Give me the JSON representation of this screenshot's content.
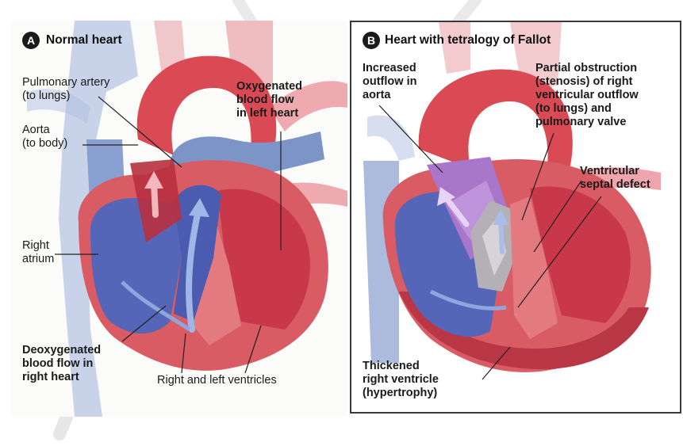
{
  "panel_a": {
    "badge": "A",
    "title": "Normal heart",
    "labels": {
      "pulmonary_artery": "Pulmonary artery\n(to lungs)",
      "aorta": "Aorta\n(to body)",
      "right_atrium": "Right\natrium",
      "oxygenated": "Oxygenated\nblood flow\nin left heart",
      "deoxygenated": "Deoxygenated\nblood flow in\nright heart",
      "ventricles": "Right and left ventricles"
    }
  },
  "panel_b": {
    "badge": "B",
    "title": "Heart with tetralogy of Fallot",
    "labels": {
      "increased_outflow": "Increased\noutflow in\naorta",
      "partial_obstruction": "Partial obstruction\n(stenosis) of right\nventricular outflow\n(to lungs) and\npulmonary valve",
      "vsd": "Ventricular\nseptal defect",
      "thickened": "Thickened\nright ventricle\n(hypertrophy)"
    }
  },
  "colors": {
    "deoxygenated_blue": "#5566b8",
    "oxygenated_red": "#c8384a",
    "heart_wall": "#d95b63",
    "vessel_blue": "#7d95c6",
    "aorta_red": "#d94a55",
    "overriding_aorta_purple": "#a877c9"
  }
}
